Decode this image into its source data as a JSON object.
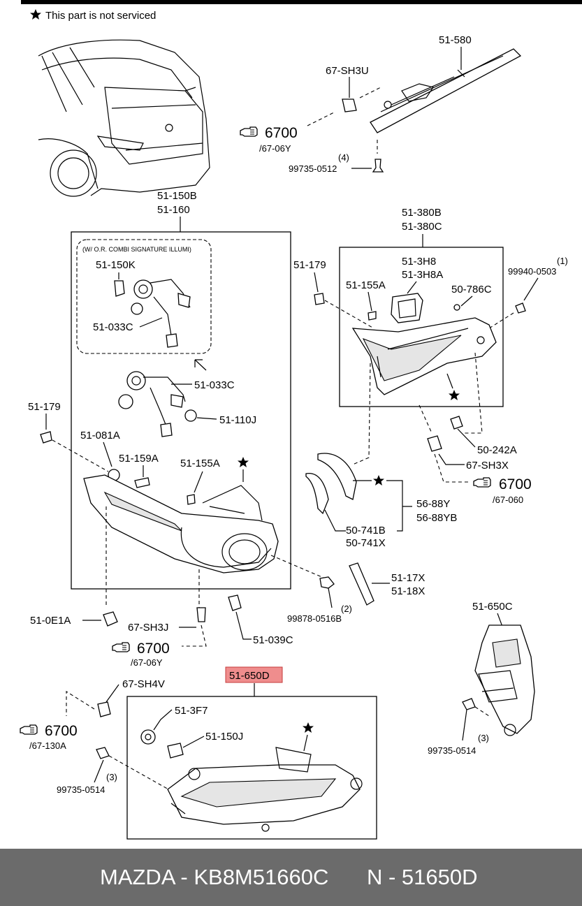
{
  "note": "This part is not serviced",
  "labels": {
    "l51_580": "51-580",
    "l67_SH3U": "67-SH3U",
    "ref1_num": "6700",
    "ref1_sub": "/67-06Y",
    "qty4": "(4)",
    "l99735_0512": "99735-0512",
    "l51_150B": "51-150B",
    "l51_160": "51-160",
    "inset_title": "(W/ O.R. COMBI SIGNATURE ILLUMI)",
    "l51_150K": "51-150K",
    "l51_033C_a": "51-033C",
    "l51_033C_b": "51-033C",
    "l51_110J": "51-110J",
    "l51_179_a": "51-179",
    "l51_081A": "51-081A",
    "l51_159A": "51-159A",
    "l51_155A_a": "51-155A",
    "l51_0E1A": "51-0E1A",
    "l67_SH3J": "67-SH3J",
    "ref2_num": "6700",
    "ref2_sub": "/67-06Y",
    "l51_039C": "51-039C",
    "l51_380B": "51-380B",
    "l51_380C": "51-380C",
    "l51_3H8": "51-3H8",
    "l51_3H8A": "51-3H8A",
    "l51_179_b": "51-179",
    "l51_155A_b": "51-155A",
    "l50_786C": "50-786C",
    "qty1": "(1)",
    "l99940_0503": "99940-0503",
    "l50_242A": "50-242A",
    "l67_SH3X": "67-SH3X",
    "ref3_num": "6700",
    "ref3_sub": "/67-060",
    "l56_88Y": "56-88Y",
    "l56_88YB": "56-88YB",
    "l50_741B": "50-741B",
    "l50_741X": "50-741X",
    "l51_17X": "51-17X",
    "l51_18X": "51-18X",
    "qty2": "(2)",
    "l99878_0516B": "99878-0516B",
    "l51_650C": "51-650C",
    "qty3_a": "(3)",
    "l99735_0514_a": "99735-0514",
    "l51_650D": "51-650D",
    "l67_SH4V": "67-SH4V",
    "ref4_num": "6700",
    "ref4_sub": "/67-130A",
    "l51_3F7": "51-3F7",
    "l51_150J": "51-150J",
    "qty3_b": "(3)",
    "l99735_0514_b": "99735-0514"
  },
  "footer": {
    "brand": "MAZDA - KB8M51660C",
    "number": "N - 51650D"
  },
  "icons": {
    "star": "star-icon",
    "hand": "pointing-hand-icon"
  },
  "colors": {
    "highlight_box": "#ef8d8d",
    "footer_bg": "#6b6b6b"
  }
}
